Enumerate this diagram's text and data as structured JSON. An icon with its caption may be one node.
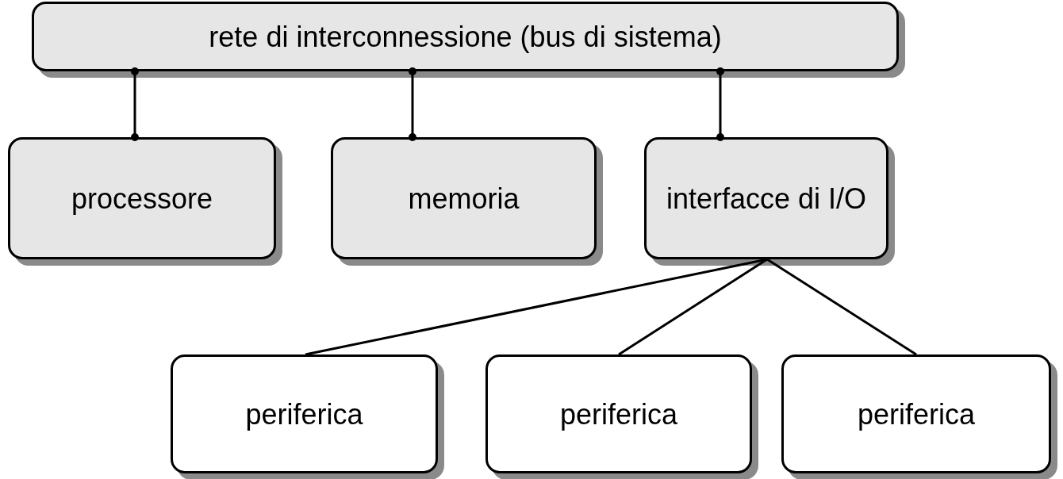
{
  "diagram": {
    "nodes": [
      {
        "text": [
          "rete di interconnessione (bus di sistema)"
        ]
      },
      {
        "text": [
          "processore"
        ]
      },
      {
        "text": [
          "memoria"
        ]
      },
      {
        "text": [
          "interfacce di I/O"
        ]
      },
      {
        "text": [
          "periferica"
        ]
      },
      {
        "text": [
          "periferica"
        ]
      },
      {
        "text": [
          "periferica"
        ]
      }
    ],
    "edges": [
      {
        "from": 0,
        "to": 1,
        "arrow": "other"
      },
      {
        "from": 0,
        "to": 2,
        "arrow": "other"
      },
      {
        "from": 0,
        "to": 3,
        "arrow": "other"
      },
      {
        "from": 3,
        "to": 4,
        "arrow": "none"
      },
      {
        "from": 3,
        "to": 5,
        "arrow": "none"
      },
      {
        "from": 3,
        "to": 6,
        "arrow": "none"
      }
    ]
  }
}
